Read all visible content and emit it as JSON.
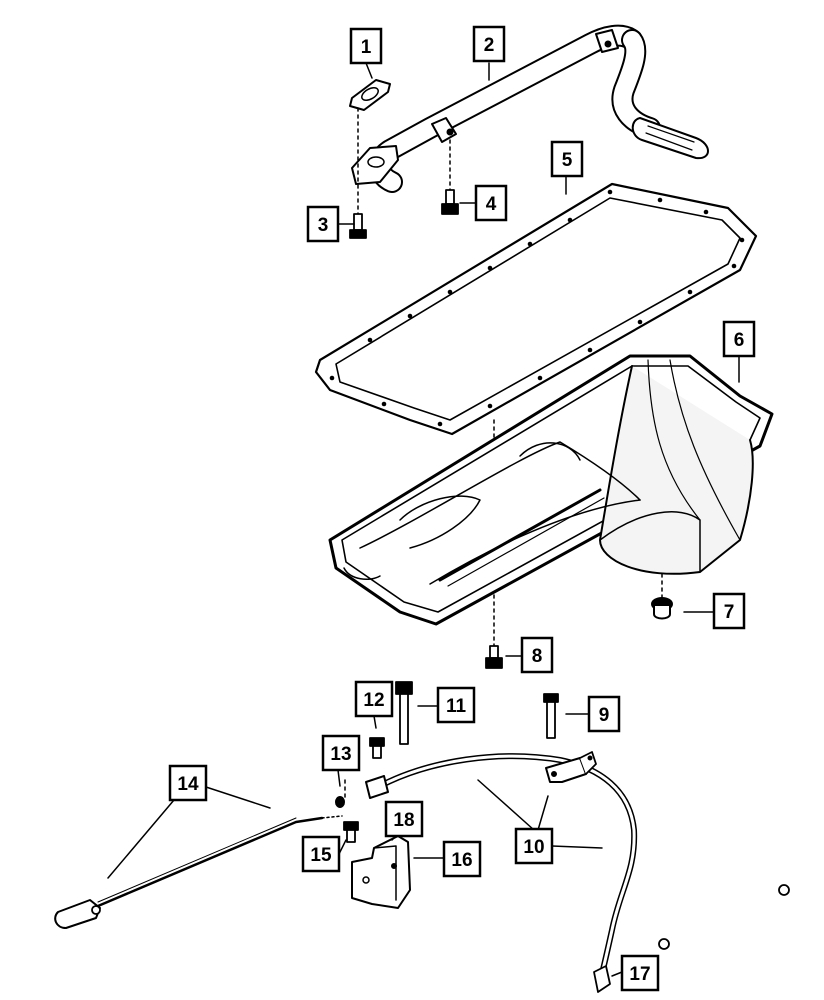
{
  "diagram": {
    "callouts": [
      {
        "id": "1",
        "label": "1"
      },
      {
        "id": "2",
        "label": "2"
      },
      {
        "id": "3",
        "label": "3"
      },
      {
        "id": "4",
        "label": "4"
      },
      {
        "id": "5",
        "label": "5"
      },
      {
        "id": "6",
        "label": "6"
      },
      {
        "id": "7",
        "label": "7"
      },
      {
        "id": "8",
        "label": "8"
      },
      {
        "id": "9",
        "label": "9"
      },
      {
        "id": "10",
        "label": "10"
      },
      {
        "id": "11",
        "label": "11"
      },
      {
        "id": "12",
        "label": "12"
      },
      {
        "id": "13",
        "label": "13"
      },
      {
        "id": "14",
        "label": "14"
      },
      {
        "id": "15",
        "label": "15"
      },
      {
        "id": "16",
        "label": "16"
      },
      {
        "id": "17",
        "label": "17"
      },
      {
        "id": "18",
        "label": "18"
      }
    ],
    "colors": {
      "line": "#000000",
      "fill": "#ffffff",
      "shade": "#e8e8e8"
    }
  }
}
